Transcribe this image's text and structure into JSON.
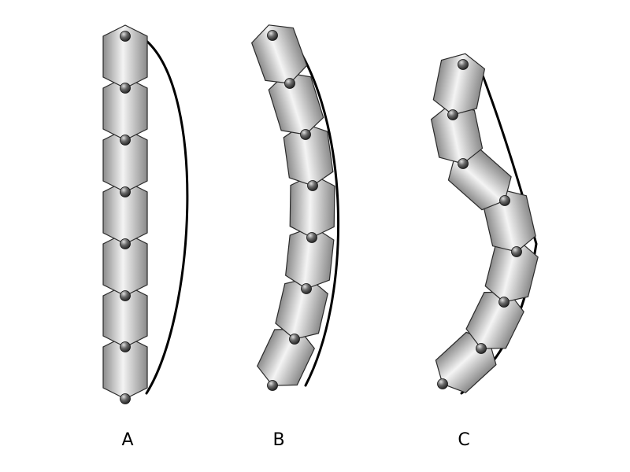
{
  "figure": {
    "panels": [
      {
        "id": "a",
        "label": "A"
      },
      {
        "id": "b",
        "label": "B"
      },
      {
        "id": "c",
        "label": "C"
      }
    ]
  }
}
